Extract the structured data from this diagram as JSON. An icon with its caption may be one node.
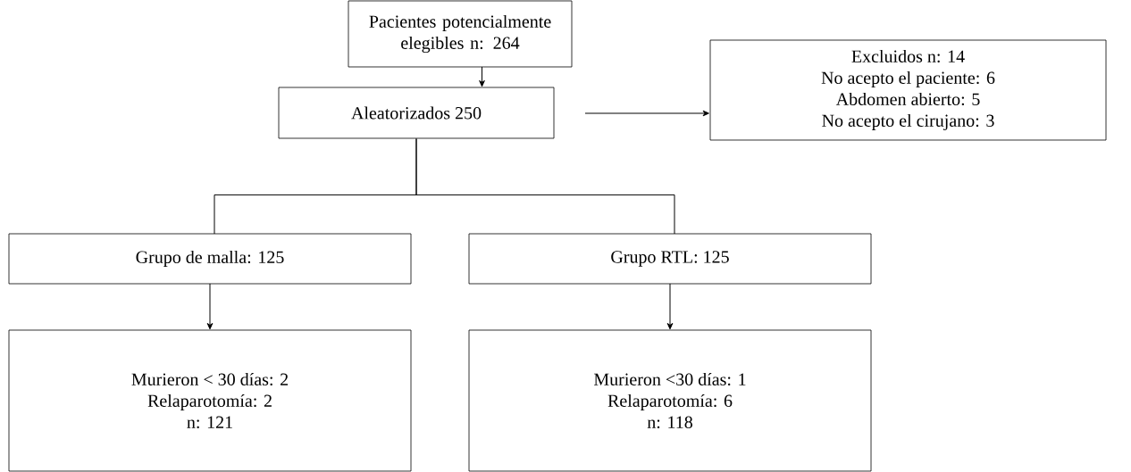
{
  "diagram": {
    "nodes": [
      {
        "text": [
          "Pacientes potencialmente elegibles n: 264"
        ]
      },
      {
        "text": [
          "Excluidos n: 14",
          "No acepto el paciente: 6",
          "Abdomen abierto: 5",
          "No acepto el cirujano: 3"
        ]
      },
      {
        "text": [
          "Aleatorizados 250"
        ]
      },
      {
        "text": [
          "Grupo de malla: 125"
        ]
      },
      {
        "text": [
          "Grupo RTL: 125"
        ]
      },
      {
        "text": [
          "Murieron < 30 días: 2",
          "Relaparotomía: 2",
          "n: 121"
        ]
      },
      {
        "text": [
          "Murieron <30 días: 1",
          "Relaparotomía: 6",
          "n: 118"
        ]
      }
    ],
    "edges": [
      {
        "from": 0,
        "to": 2,
        "arrow": "to"
      },
      {
        "from": null,
        "to": 1,
        "arrow": "to"
      },
      {
        "from": 2,
        "to": 3,
        "arrow": "none"
      },
      {
        "from": 2,
        "to": 4,
        "arrow": "none"
      },
      {
        "from": 3,
        "to": 5,
        "arrow": "to"
      },
      {
        "from": 4,
        "to": 6,
        "arrow": "to"
      }
    ]
  }
}
